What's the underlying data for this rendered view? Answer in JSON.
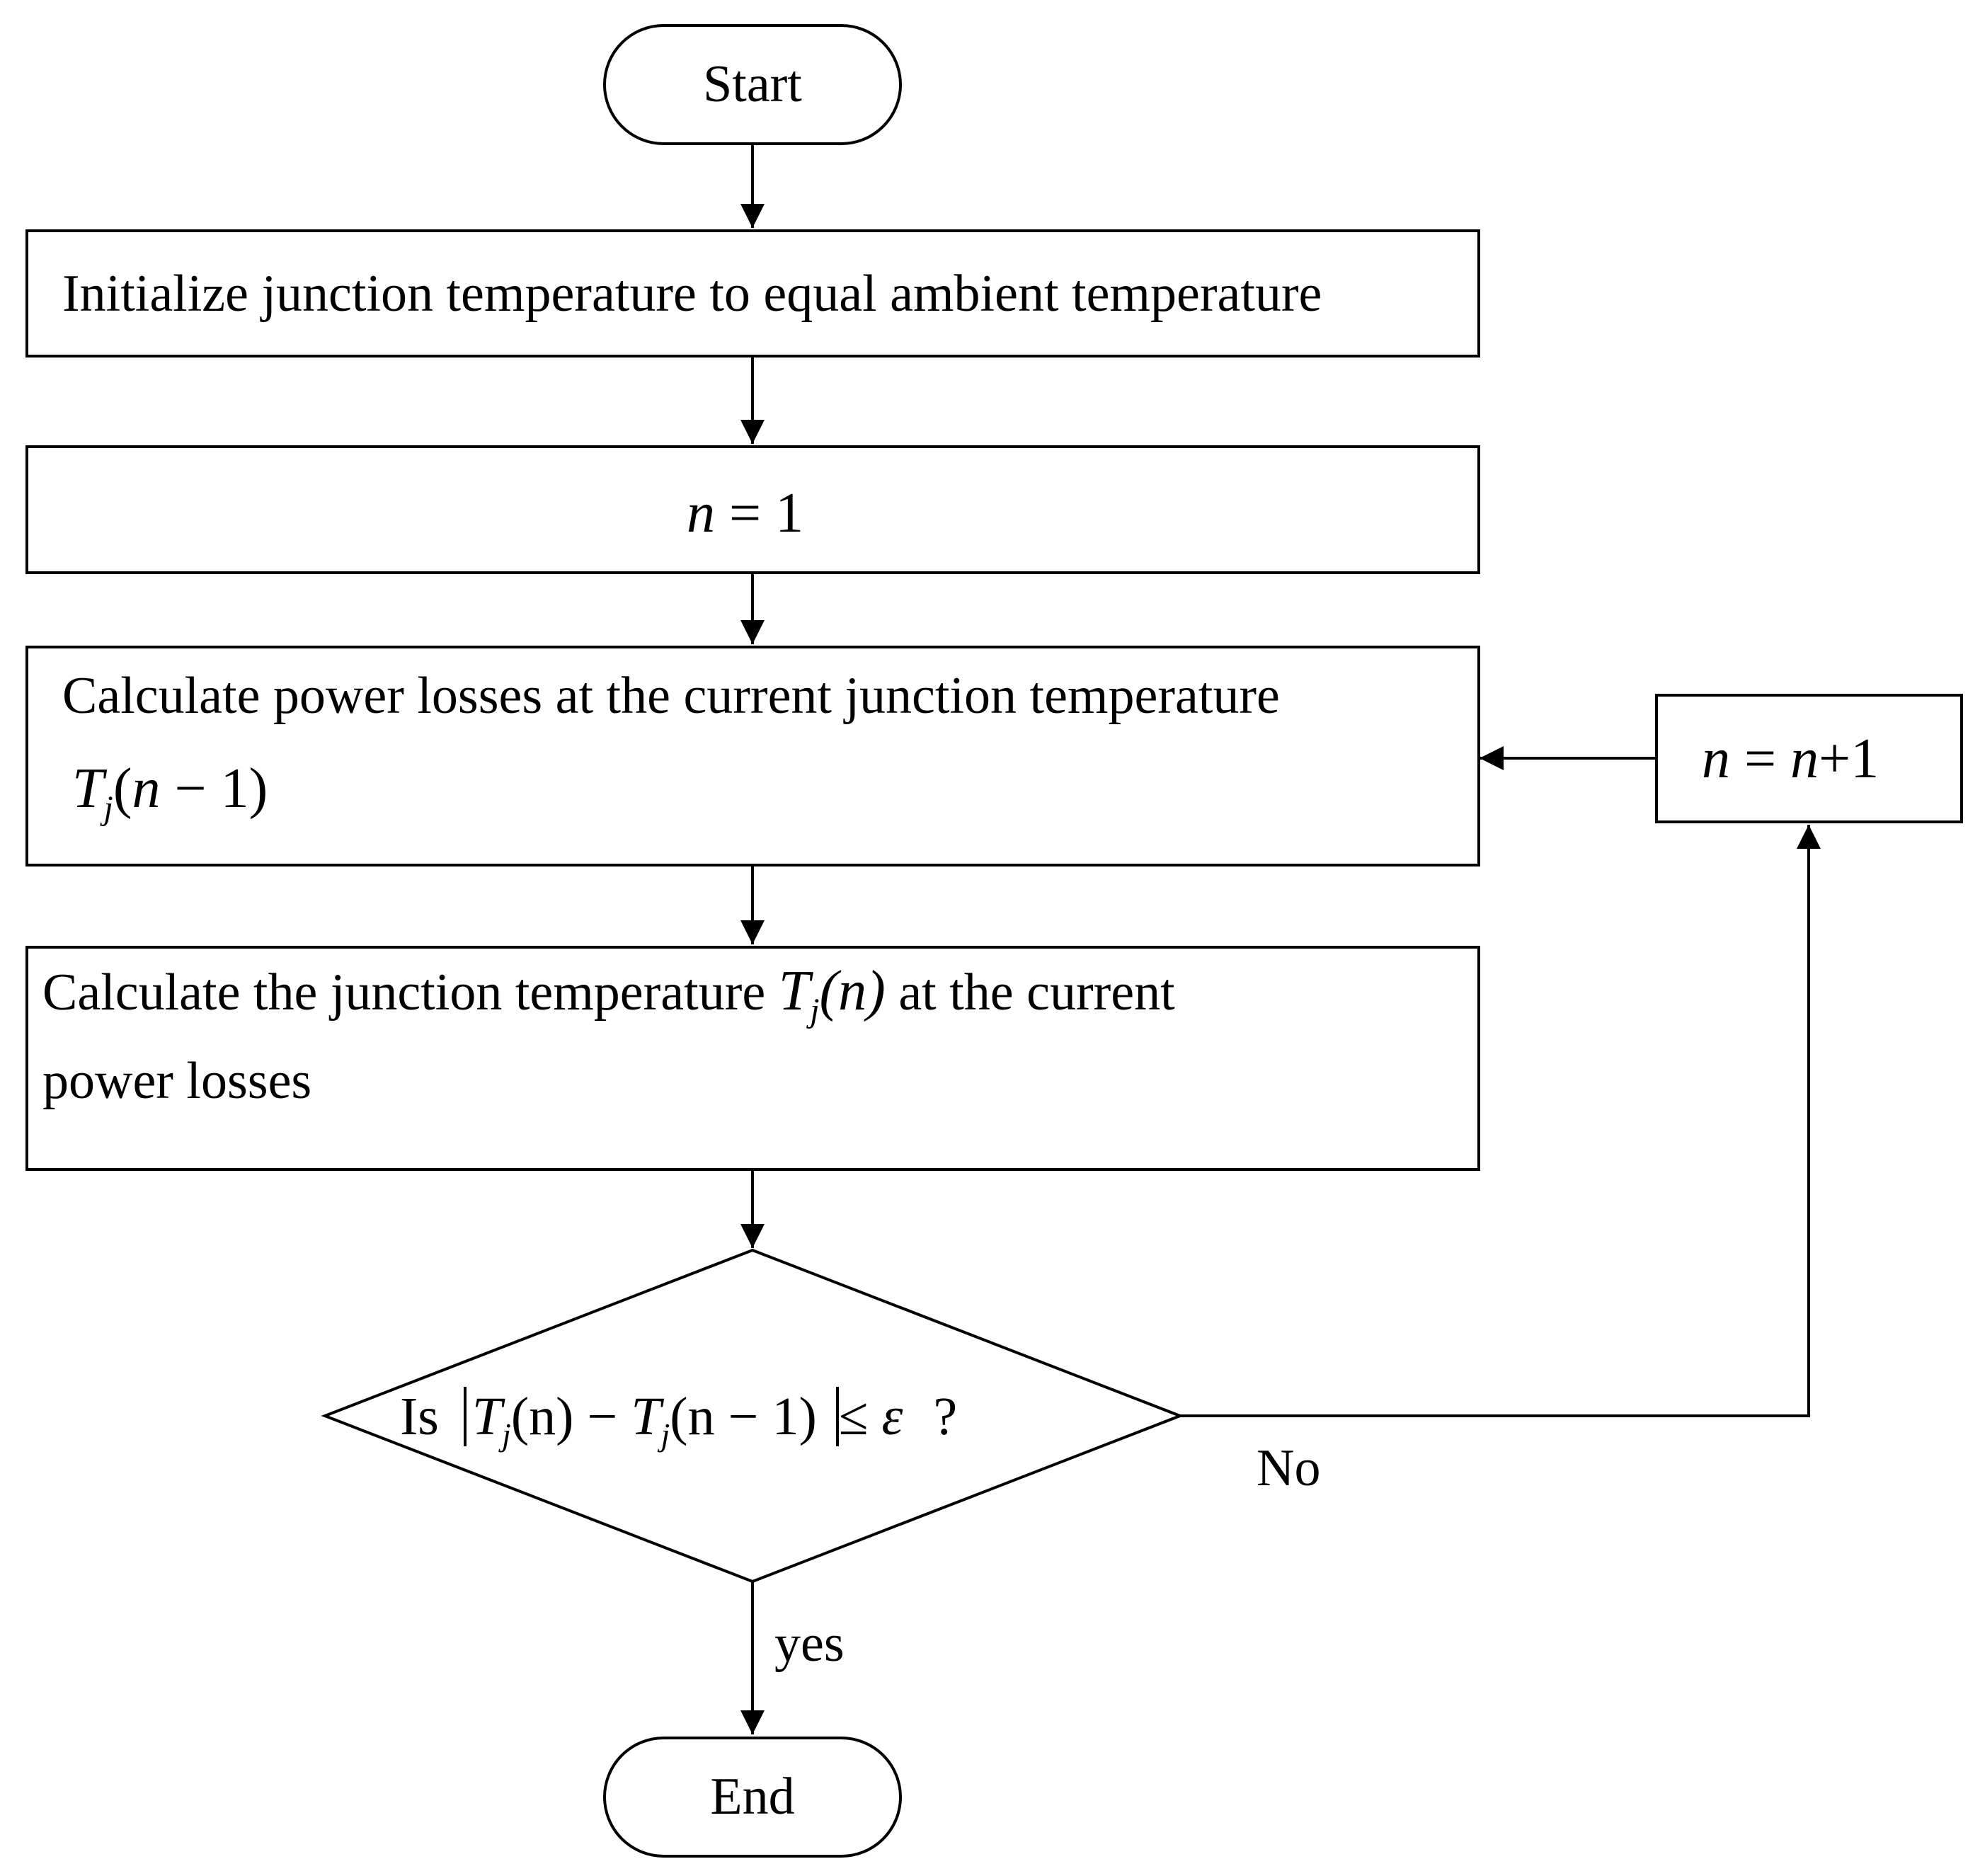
{
  "nodes": {
    "start": {
      "label": "Start"
    },
    "init": {
      "label": "Initialize junction temperature to equal ambient temperature"
    },
    "n_init": {
      "var": "n",
      "eq": "=",
      "one": "1"
    },
    "calc_power": {
      "line1": "Calculate power losses at the current junction temperature",
      "T": "T",
      "j": "j",
      "open": "(",
      "n": "n",
      "minus": " − ",
      "one": "1",
      "close": ")"
    },
    "calc_temp": {
      "line1_pre": "Calculate the junction temperature ",
      "T": "T",
      "j": "j",
      "args": "(n)",
      "line1_post": " at the current",
      "line2": "power losses"
    },
    "decision": {
      "is": "Is",
      "T1": "T",
      "j1": "j",
      "arg1": "(n)",
      "minus": " − ",
      "T2": "T",
      "j2": "j",
      "arg2": "(n − 1)",
      "leq": " ≤ ",
      "eps": "ε",
      "q": "?"
    },
    "increment": {
      "lhs": "n",
      "eq": " = ",
      "rhs": "n",
      "plus": "+",
      "one": "1"
    },
    "end": {
      "label": "End"
    }
  },
  "edges": {
    "no_label": "No",
    "yes_label": "yes"
  }
}
